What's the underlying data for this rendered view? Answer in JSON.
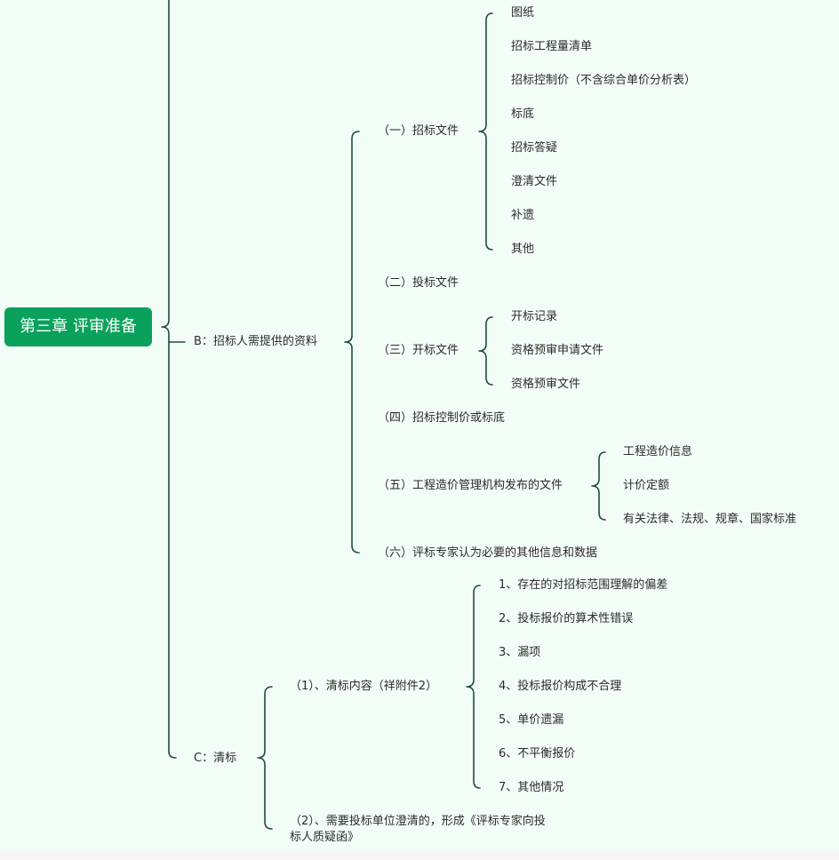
{
  "root": {
    "label": "第三章 评审准备"
  },
  "b": {
    "label": "B：招标人需提供的资料",
    "items": [
      {
        "label": "（一）招标文件"
      },
      {
        "label": "（二）投标文件"
      },
      {
        "label": "（三）开标文件"
      },
      {
        "label": "（四）招标控制价或标底"
      },
      {
        "label": "（五）工程造价管理机构发布的文件"
      },
      {
        "label": "（六）评标专家认为必要的其他信息和数据"
      }
    ],
    "item1_children": [
      {
        "label": "图纸"
      },
      {
        "label": "招标工程量清单"
      },
      {
        "label": "招标控制价（不含综合单价分析表）"
      },
      {
        "label": "标底"
      },
      {
        "label": "招标答疑"
      },
      {
        "label": "澄清文件"
      },
      {
        "label": "补遗"
      },
      {
        "label": "其他"
      }
    ],
    "item3_children": [
      {
        "label": "开标记录"
      },
      {
        "label": "资格预审申请文件"
      },
      {
        "label": "资格预审文件"
      }
    ],
    "item5_children": [
      {
        "label": "工程造价信息"
      },
      {
        "label": "计价定额"
      },
      {
        "label": "有关法律、法规、规章、国家标准"
      }
    ]
  },
  "c": {
    "label": "C：清标",
    "items": [
      {
        "label": "（1）、清标内容（祥附件2）"
      },
      {
        "label": "（2）、需要投标单位澄清的，形成《评标专家向投标人质疑函》"
      }
    ],
    "item1_children": [
      {
        "label": "1、存在的对招标范围理解的偏差"
      },
      {
        "label": "2、投标报价的算术性错误"
      },
      {
        "label": "3、漏项"
      },
      {
        "label": "4、投标报价构成不合理"
      },
      {
        "label": "5、单价遗漏"
      },
      {
        "label": "6、不平衡报价"
      },
      {
        "label": "7、其他情况"
      }
    ]
  }
}
